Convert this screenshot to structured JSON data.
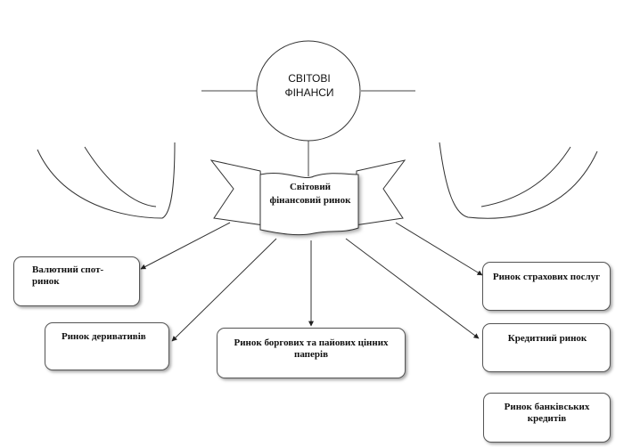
{
  "nodes": {
    "world_finance": "СВІТОВІ ФІНАНСИ",
    "world_market": "Світовий фінансовий ринок",
    "fx_spot": "Валютний спот-ринок",
    "derivatives": "Ринок деривативів",
    "securities": "Ринок боргових та пайових цінних паперів",
    "insurance": "Ринок страхових послуг",
    "credit": "Кредитний ринок",
    "bank_loans": "Ринок банківських кредитів"
  }
}
